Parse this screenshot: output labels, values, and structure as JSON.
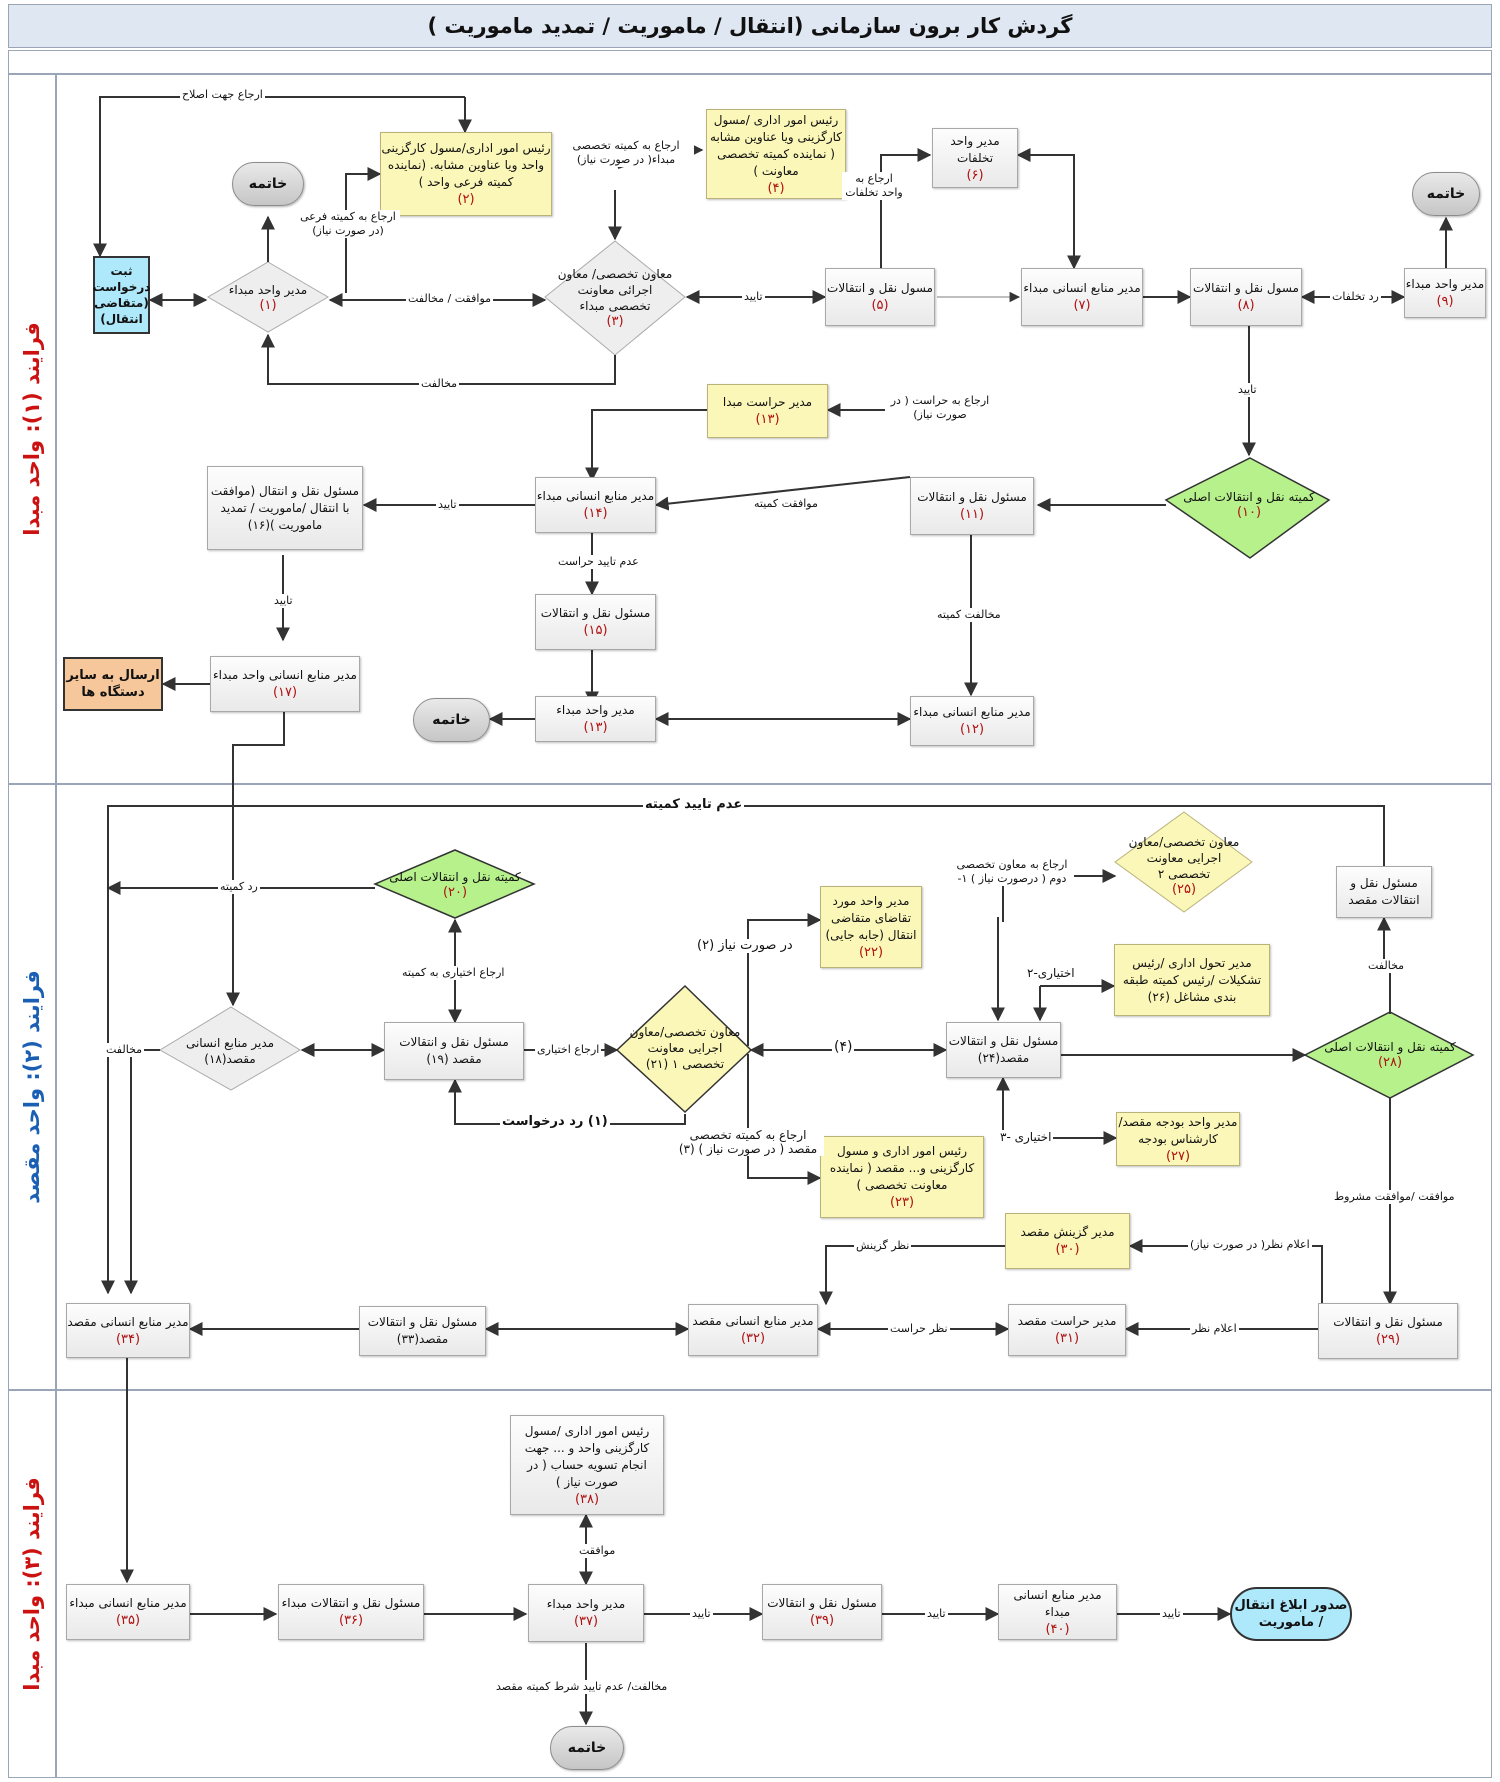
{
  "title": "گردش کار برون سازمانی (انتقال / ماموریت / تمدید ماموریت )",
  "lanes": [
    "فرایند (۱): واحد مبدا",
    "فرایند (۲): واحد مقصد",
    "فرایند (۳): واحد مبدا"
  ],
  "nodes": {
    "n1": {
      "text": "مدیر واحد مبداء",
      "num": "(۱)"
    },
    "n2": {
      "text": "رئیس امور اداری/مسول کارگزینی واحد ویا عناوین مشابه. (نماینده کمیته فرعی واحد )",
      "num": "(۲)"
    },
    "n3": {
      "text": "معاون تخصصی/ معاون اجرائی معاونت تخصصی مبداء",
      "num": "(۳)"
    },
    "n4": {
      "text": "رئیس امور اداری /مسول کارگزینی ویا عناوین مشابه ( نماینده کمیته تخصصی معاونت )",
      "num": "(۴)"
    },
    "n5": {
      "text": "مسول نقل و انتقالات",
      "num": "(۵)"
    },
    "n6": {
      "text": "مدیر واحد تخلفات",
      "num": "(۶)"
    },
    "n7": {
      "text": "مدیر منابع انسانی مبداء",
      "num": "(۷)"
    },
    "n8": {
      "text": "مسول نقل و انتقالات",
      "num": "(۸)"
    },
    "n9": {
      "text": "مدیر واحد مبداء",
      "num": "(۹)"
    },
    "n10": {
      "text": "کمیته نقل و انتقالات اصلی",
      "num": "(۱۰)"
    },
    "n11": {
      "text": "مسئول نقل و انتقالات",
      "num": "(۱۱)"
    },
    "n12": {
      "text": "مدیر منابع انسانی مبداء",
      "num": "(۱۲)"
    },
    "n13a": {
      "text": "مدیر حراست مبدا",
      "num": "(۱۳)"
    },
    "n13b": {
      "text": "مدیر واحد مبداء",
      "num": "(۱۳)"
    },
    "n14": {
      "text": "مدیر منابع انسانی مبداء",
      "num": "(۱۴)"
    },
    "n15": {
      "text": "مسئول نقل و انتقالات",
      "num": "(۱۵)"
    },
    "n16": {
      "text": "مسئول نقل و انتقال (موافقت با انتقال /ماموریت / تمدید ماموریت )(۱۶)",
      "num": ""
    },
    "n17": {
      "text": "مدیر منابع انسانی واحد مبداء",
      "num": "(۱۷)"
    },
    "n18": {
      "text": "مدیر منابع انسانی مقصد(۱۸)",
      "num": ""
    },
    "n19": {
      "text": "مسئول نقل و انتقالات مقصد (۱۹)",
      "num": ""
    },
    "n20": {
      "text": "کمیته نقل و انتقالات اصلی",
      "num": "(۲۰)"
    },
    "n21": {
      "text": "معاون تخصصی/معاون اجرایی معاونت تخصصی ۱ (۲۱)",
      "num": ""
    },
    "n22": {
      "text": "مدیر واحد مورد تقاضای متقاضی انتقال (جابه جایی)",
      "num": "(۲۲)"
    },
    "n23": {
      "text": "رئیس امور اداری و مسول کارگزینی و... مقصد ( نماینده معاونت تخصصی )",
      "num": "(۲۳)"
    },
    "n24": {
      "text": "مسئول نقل و انتقالات مقصد(۲۴)",
      "num": ""
    },
    "n25": {
      "text": "معاون تخصصی/معاون اجرایی معاونت تخصصی ۲",
      "num": "(۲۵)"
    },
    "n26": {
      "text": "مدیر تحول اداری /رئیس تشکیلات /رئیس کمیته طبقه بندی مشاغل (۲۶)",
      "num": ""
    },
    "n27": {
      "text": "مدیر واحد بودجه مقصد/ کارشناس بودجه",
      "num": "(۲۷)"
    },
    "n28": {
      "text": "کمیته نقل و انتقالات اصلی",
      "num": "(۲۸)"
    },
    "n29": {
      "text": "مسئول نقل و انتقالات",
      "num": "(۲۹)"
    },
    "n30": {
      "text": "مدیر گزینش مقصد",
      "num": "(۳۰)"
    },
    "n31": {
      "text": "مدیر حراست مقصد",
      "num": "(۳۱)"
    },
    "n32": {
      "text": "مدیر منابع انسانی مقصد",
      "num": "(۳۲)"
    },
    "n33": {
      "text": "مسئول نقل و انتقالات مقصد(۳۳)",
      "num": ""
    },
    "n34": {
      "text": "مدیر منابع انسانی مقصد",
      "num": "(۳۴)"
    },
    "n35": {
      "text": "مدیر منابع انسانی مبداء",
      "num": "(۳۵)"
    },
    "n36": {
      "text": "مسئول نقل و انتقالات مبداء",
      "num": "(۳۶)"
    },
    "n37": {
      "text": "مدیر واحد مبداء",
      "num": "(۳۷)"
    },
    "n38": {
      "text": "رئیس امور اداری /مسول کارگزینی واحد و ... جهت انجام تسویه حساب ( در صورت نیاز )",
      "num": "(۳۸)"
    },
    "n39": {
      "text": "مسئول نقل و انتقالات",
      "num": "(۳۹)"
    },
    "n40": {
      "text": "مدیر منابع انسانی مبداء",
      "num": "(۴۰)"
    },
    "n48": {
      "text": "مسئول نقل و انتقالات مقصد",
      "num": ""
    },
    "start": {
      "text": "ثبت درخواست (متقاضی انتقال)"
    },
    "send": {
      "text": "ارسال به سایر دستگاه ها"
    },
    "end_notice": {
      "text": "صدور ابلاغ انتقال / ماموریت"
    },
    "end_label": "خاتمه"
  },
  "labels": {
    "l_return_fix": "ارجاع جهت اصلاح",
    "l_sub_committee": "ارجاع به کمیته فرعی (در صورت نیاز)",
    "l_agree_disagree": "موافقت / مخالفت",
    "l_disagree": "مخالفت",
    "l_spec_committee": "ارجاع به کمیته تخصصی مبداء( در صورت نیاز)",
    "l_approve": "تایید",
    "l_violation": "ارجاع به واحد تخلفات",
    "l_reject_violation": "رد تخلفات",
    "l_security": "ارجاع به حراست ( در صورت نیاز)",
    "l_committee_agree": "موافقت کمیته",
    "l_committee_disagree": "مخالفت کمیته",
    "l_no_security": "عدم تایید حراست",
    "l_committee_not_approve": "عدم تایید کمیته",
    "l_committee_reject": "رد کمیته",
    "l_optional_committee": "ارجاع اختیاری به کمیته",
    "l_optional": "ارجاع اختیاری",
    "l_reject_request": "(۱) رد درخواست",
    "l_if_needed2": "در صورت نیاز (۲)",
    "l_spec_dest": "ارجاع به کمیته تخصصی مقصد ( در صورت نیاز ) (۳)",
    "l_four": "(۴)",
    "l_second_dep": "ارجاع به معاون تخصصی دوم ( درصورت نیاز ) ۱-",
    "l_opt2": "اختیاری-۲",
    "l_opt3": "اختیاری -۳",
    "l_conditional": "موافقت /موافقت مشروط",
    "l_announce_if": "اعلام نظر( در صورت نیاز)",
    "l_announce": "اعلام نظر",
    "l_selection": "نظر گزینش",
    "l_security_view": "نظر حراست",
    "l_agree": "موافقت",
    "l_disagree_dest": "مخالفت/ عدم تایید شرط کمیته مقصد"
  },
  "colors": {
    "box": "#eeeeee",
    "yellow": "#fbf7b8",
    "green": "#b6f18c",
    "blue": "#aee8fb",
    "orange": "#f5c79b",
    "number": "#b01010"
  }
}
